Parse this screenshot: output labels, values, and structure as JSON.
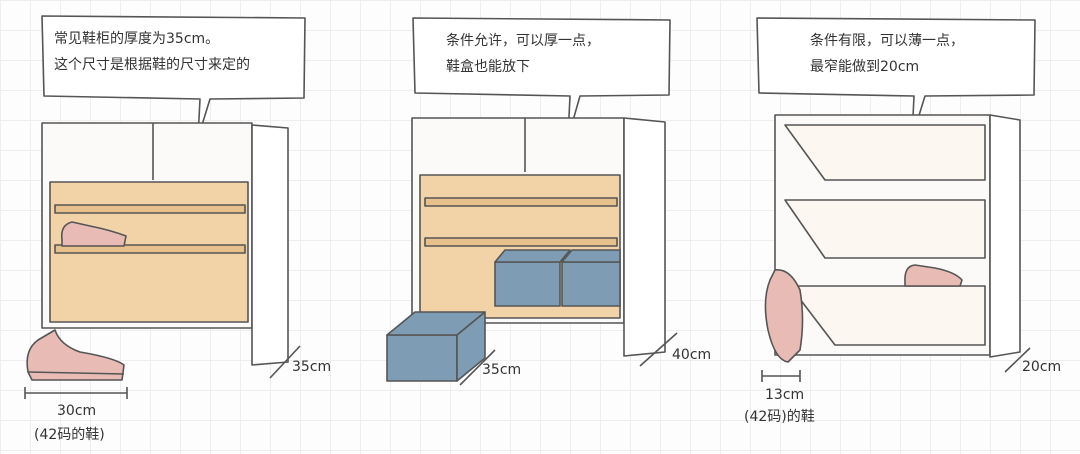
{
  "panels": [
    {
      "bubble_lines": [
        "常见鞋柜的厚度为35cm。",
        "这个尺寸是根据鞋的尺寸来定的"
      ],
      "depth_label": "35cm",
      "shoe_length_label": "30cm",
      "shoe_size_label": "(42码的鞋)"
    },
    {
      "bubble_lines": [
        "条件允许，可以厚一点，",
        "鞋盒也能放下"
      ],
      "box_depth_label": "35cm",
      "depth_label": "40cm"
    },
    {
      "bubble_lines": [
        "条件有限，可以薄一点，",
        "最窄能做到20cm"
      ],
      "shoe_width_label": "13cm",
      "shoe_size_label": "(42码)的鞋",
      "depth_label": "20cm"
    }
  ],
  "colors": {
    "wood": "#f2d3a8",
    "box": "#7e9db5",
    "shoe": "#e8bcb4",
    "line": "#555555"
  }
}
